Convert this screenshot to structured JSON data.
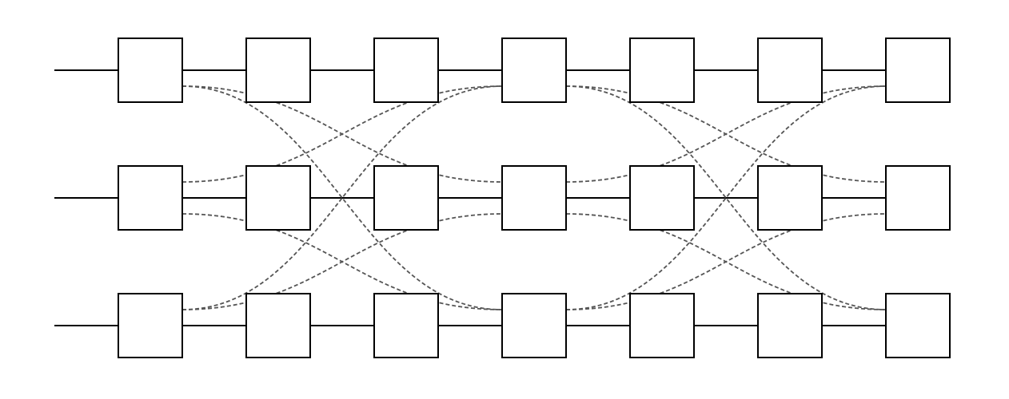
{
  "diagram": {
    "rows": 3,
    "nodes_per_row": 7,
    "colors": {
      "background": "#ffffff",
      "node_stroke": "#000000",
      "row_line": "#000000",
      "link": "#555555"
    },
    "connections": [
      {
        "from": [
          0,
          0
        ],
        "to": [
          1,
          3
        ]
      },
      {
        "from": [
          0,
          0
        ],
        "to": [
          2,
          3
        ]
      },
      {
        "from": [
          1,
          0
        ],
        "to": [
          0,
          3
        ]
      },
      {
        "from": [
          1,
          0
        ],
        "to": [
          2,
          3
        ]
      },
      {
        "from": [
          2,
          0
        ],
        "to": [
          0,
          3
        ]
      },
      {
        "from": [
          2,
          0
        ],
        "to": [
          1,
          3
        ]
      },
      {
        "from": [
          0,
          3
        ],
        "to": [
          1,
          6
        ]
      },
      {
        "from": [
          0,
          3
        ],
        "to": [
          2,
          6
        ]
      },
      {
        "from": [
          1,
          3
        ],
        "to": [
          0,
          6
        ]
      },
      {
        "from": [
          1,
          3
        ],
        "to": [
          2,
          6
        ]
      },
      {
        "from": [
          2,
          3
        ],
        "to": [
          0,
          6
        ]
      },
      {
        "from": [
          2,
          3
        ],
        "to": [
          1,
          6
        ]
      }
    ]
  }
}
